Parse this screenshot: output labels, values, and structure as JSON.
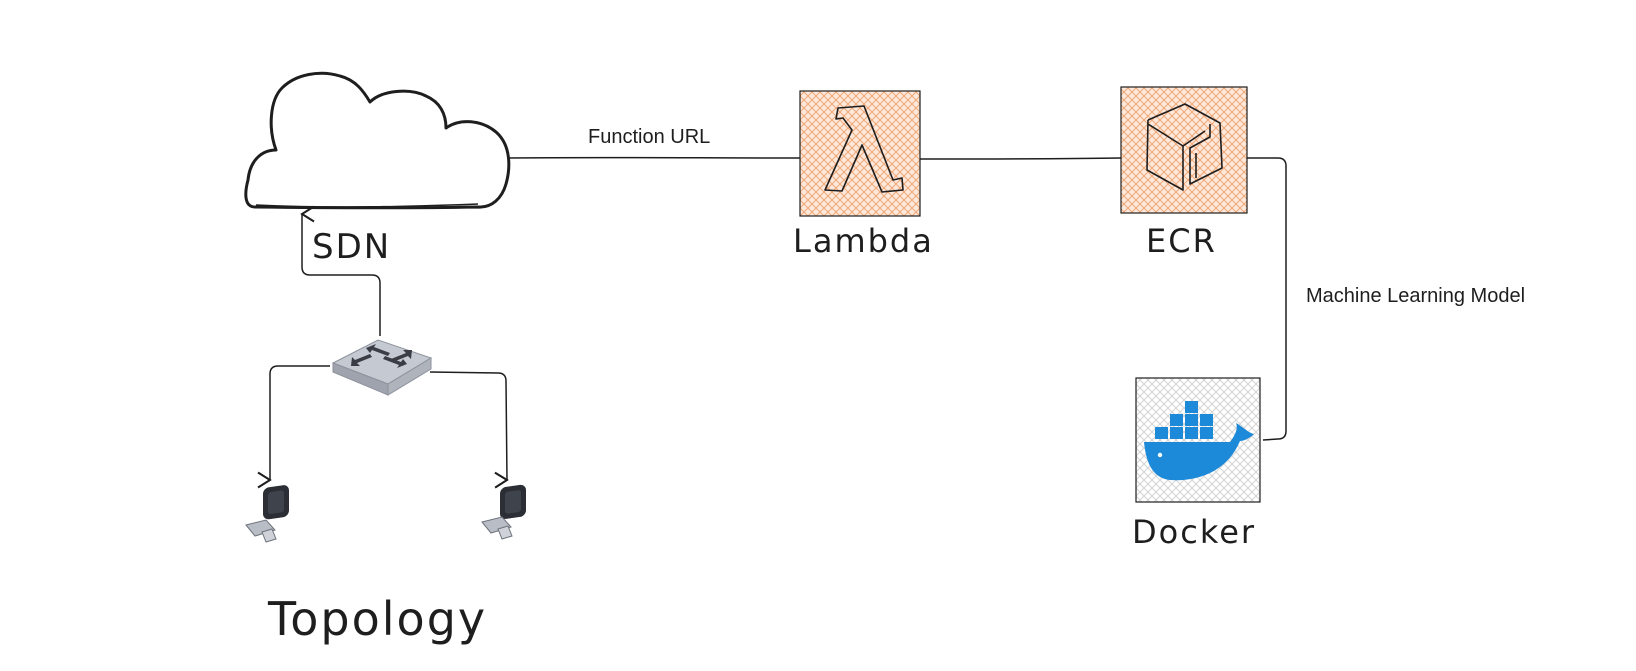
{
  "diagram": {
    "nodes": {
      "sdn": {
        "label": "SDN"
      },
      "lambda": {
        "label": "Lambda"
      },
      "ecr": {
        "label": "ECR"
      },
      "docker": {
        "label": "Docker"
      }
    },
    "edges": {
      "function_url": {
        "label": "Function URL"
      },
      "ml_model": {
        "label": "Machine Learning Model"
      }
    },
    "title": "Topology",
    "colors": {
      "stroke": "#1e1e1e",
      "hatch_orange": "#f4b183",
      "hatch_fill_orange": "#fde9dc",
      "hatch_gray": "#d0d0d0",
      "docker_blue": "#1d8ad9",
      "switch_gray": "#b9bdc6",
      "computer_dark": "#2b2e34"
    }
  }
}
